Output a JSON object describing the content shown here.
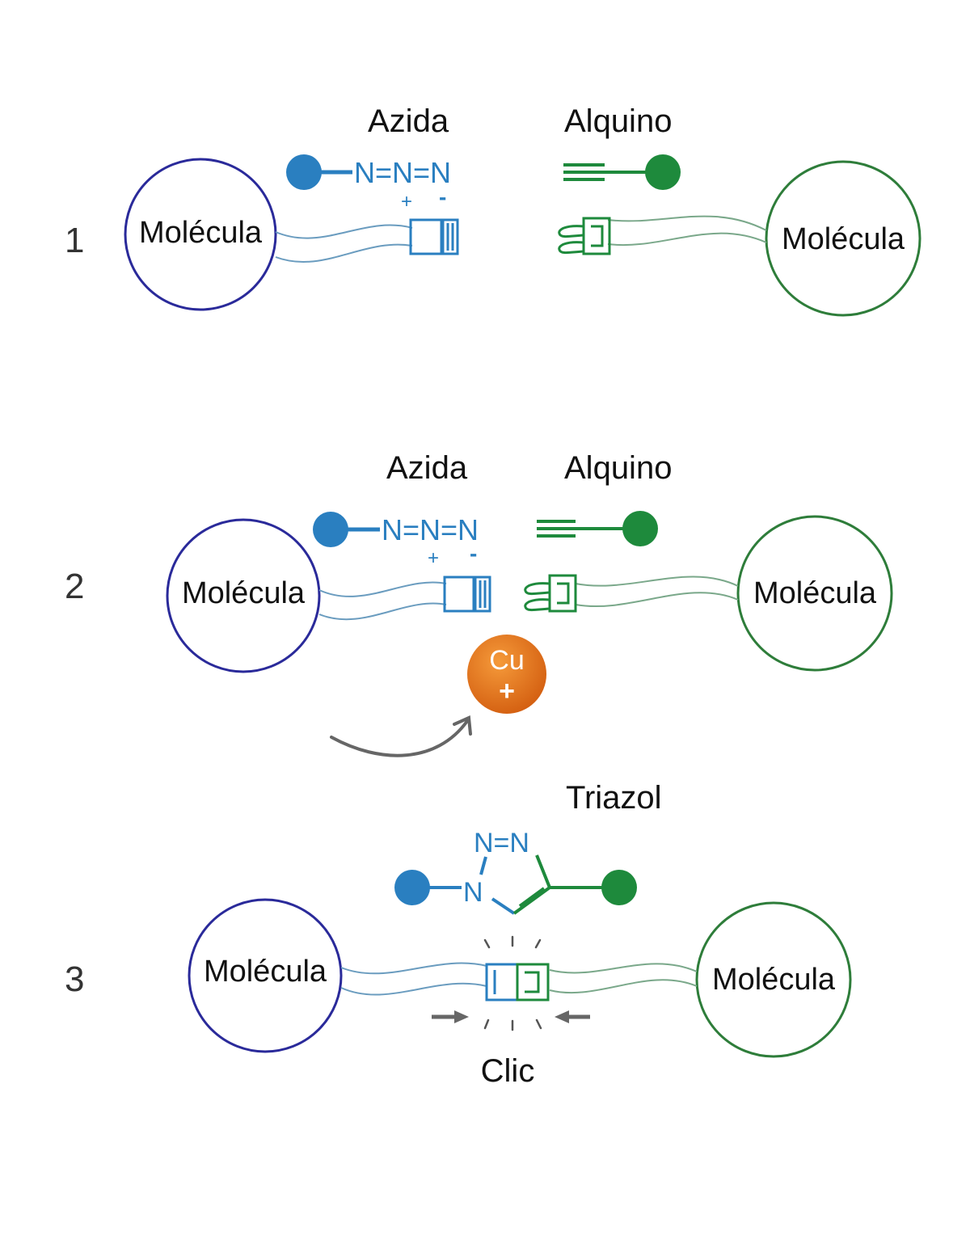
{
  "colors": {
    "blue_circle": "#2a2a9a",
    "green_circle": "#2e7d3a",
    "azide_blue": "#2a7fc0",
    "alkyne_green": "#1e8a3c",
    "copper": "#e0701a",
    "arrow_gray": "#666666"
  },
  "step1": {
    "number": "1",
    "azide_label": "Azida",
    "alkyne_label": "Alquino",
    "azide_formula": "N=N=N",
    "plus": "+",
    "minus": "-",
    "left_molecule": "Molécula",
    "right_molecule": "Molécula"
  },
  "step2": {
    "number": "2",
    "azide_label": "Azida",
    "alkyne_label": "Alquino",
    "azide_formula": "N=N=N",
    "plus": "+",
    "minus": "-",
    "left_molecule": "Molécula",
    "right_molecule": "Molécula",
    "catalyst_symbol": "Cu",
    "catalyst_charge": "+"
  },
  "step3": {
    "number": "3",
    "product_label": "Triazol",
    "ring_top": "N=N",
    "ring_n": "N",
    "left_molecule": "Molécula",
    "right_molecule": "Molécula",
    "click_label": "Clic"
  },
  "icons": {
    "azide_buckle": "buckle-female-icon",
    "alkyne_buckle": "buckle-male-icon",
    "catalyst": "copper-ion-icon",
    "arrow": "curved-arrow-icon"
  }
}
